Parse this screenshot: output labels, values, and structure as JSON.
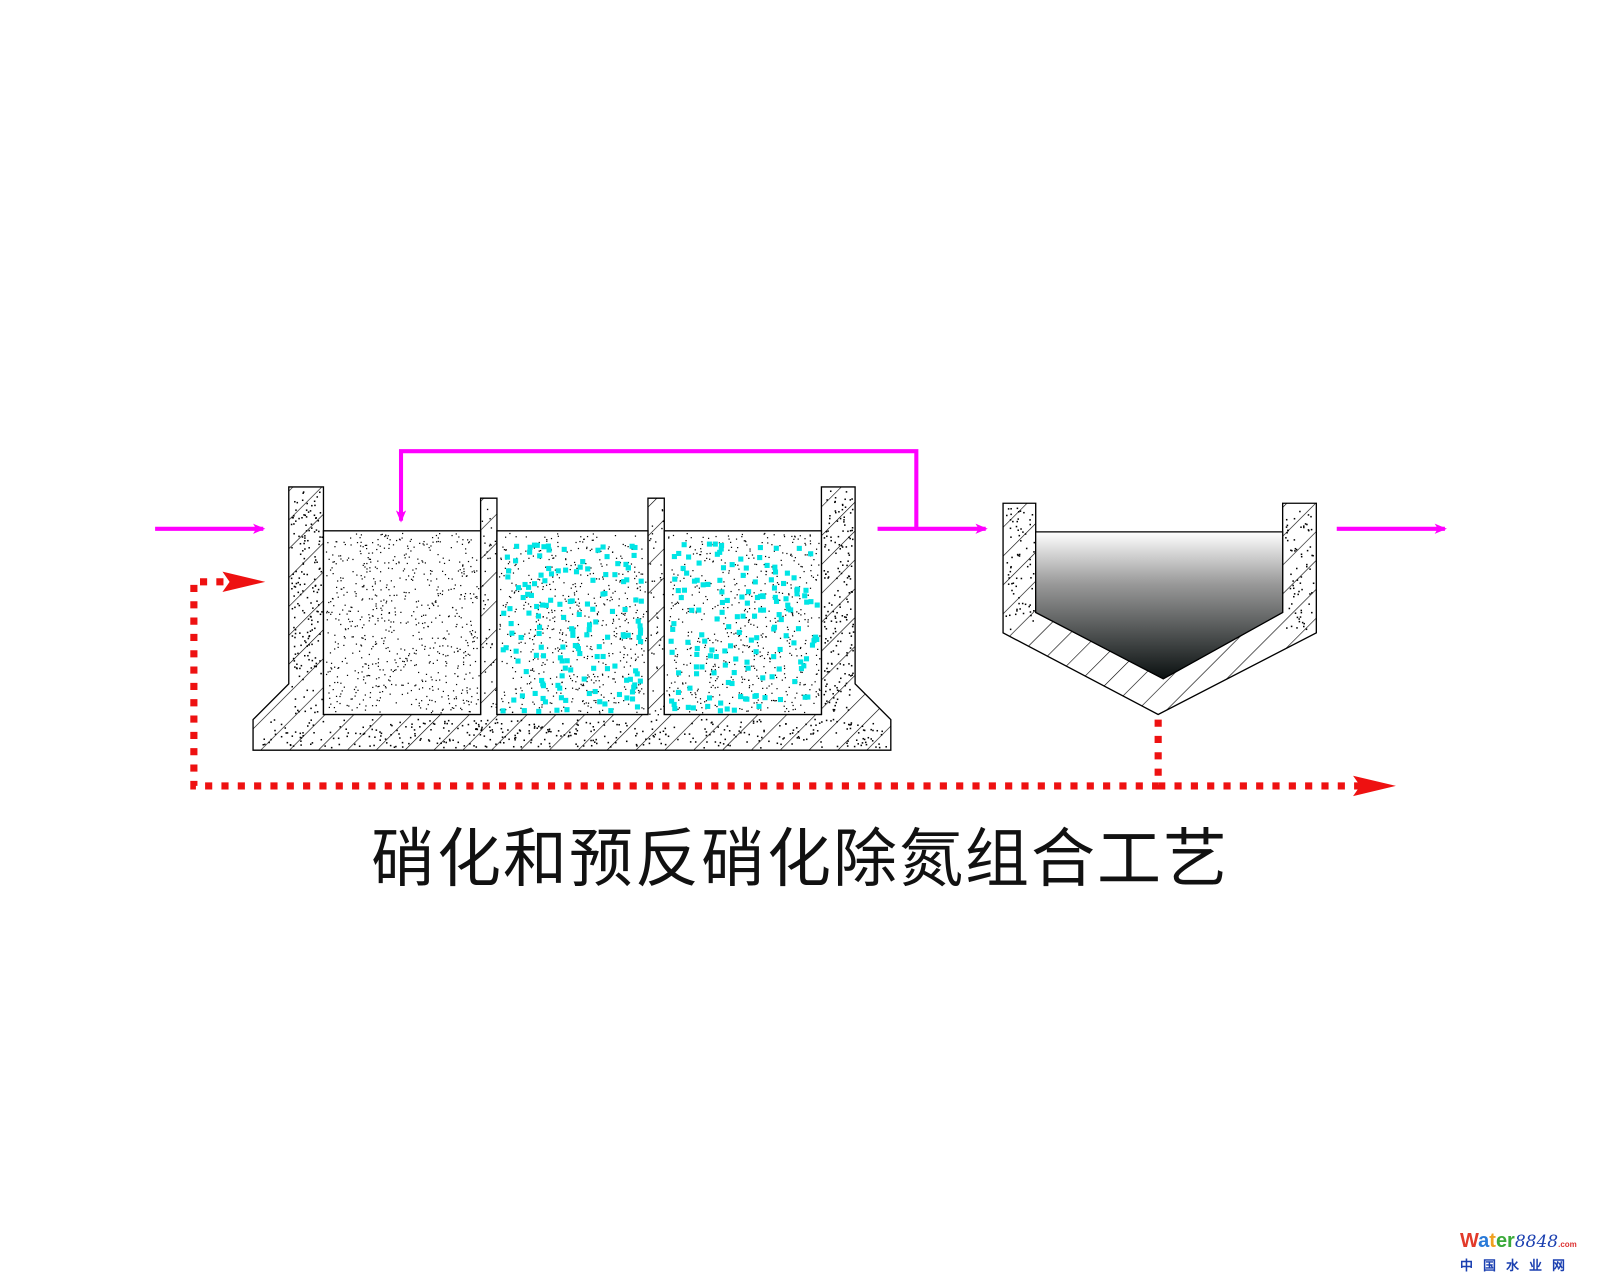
{
  "title": "硝化和预反硝化除氮组合工艺",
  "logo": {
    "w": "W",
    "a": "a",
    "t": "t",
    "er": "er",
    "num": "8848",
    "com": ".com",
    "cn": "中国水业网"
  },
  "colors": {
    "flow": "#ff00ff",
    "sludge": "#ee1111",
    "media": "#00e5e5",
    "line": "#000000"
  }
}
